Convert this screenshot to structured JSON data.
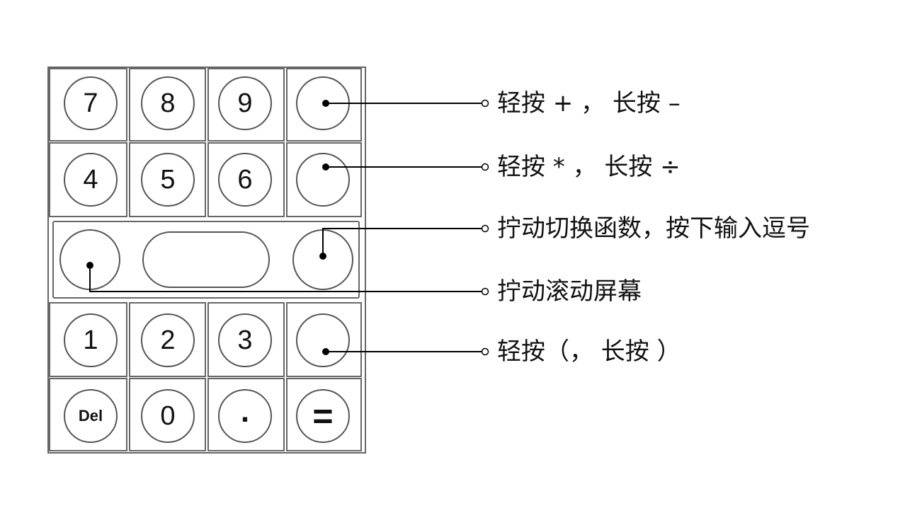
{
  "keypad": {
    "rows": [
      [
        "7",
        "8",
        "9",
        ""
      ],
      [
        "4",
        "5",
        "6",
        ""
      ],
      [
        "1",
        "2",
        "3",
        ""
      ],
      [
        "Del",
        "0",
        ".",
        "="
      ]
    ]
  },
  "annotations": [
    {
      "id": "plus-minus",
      "text": "轻按 + ， 长按 –"
    },
    {
      "id": "multiply-divide",
      "text": "轻按 * ， 长按 ÷"
    },
    {
      "id": "right-knob",
      "text": "拧动切换函数，按下输入逗号"
    },
    {
      "id": "left-knob",
      "text": "拧动滚动屏幕"
    },
    {
      "id": "parentheses",
      "text": "轻按（， 长按 ）"
    }
  ],
  "colors": {
    "outline": "#666666",
    "ink": "#111111",
    "leader": "#000000"
  }
}
